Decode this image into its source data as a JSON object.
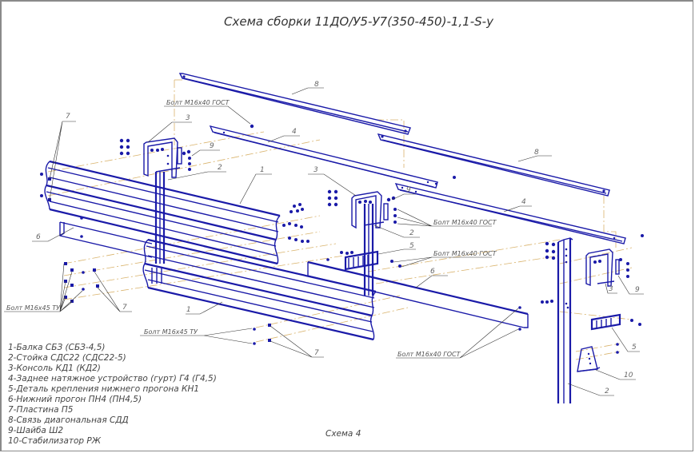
{
  "title": "Схема сборки 11ДО/У5-У7(350-450)-1,1-S-у",
  "caption": "Схема 4",
  "legend": [
    "1-Балка СБЗ (СБЗ-4,5)",
    "2-Стойка СДС22 (СДС22-5)",
    "3-Консоль КД1 (КД2)",
    "4-Заднее натяжное устройство (гурт) Г4 (Г4,5)",
    "5-Деталь крепления нижнего прогона КН1",
    "6-Нижний прогон ПН4 (ПН4,5)",
    "7-Пластина П5",
    "8-Связь диагональная СДД",
    "9-Шайба Ш2",
    "10-Стабилизатор РЖ"
  ],
  "callouts": {
    "bolt_m16x40_gost": "Болт М16х40 ГОСТ",
    "bolt_m16x45_tu": "Болт М16х45 ТУ"
  },
  "part_numbers": {
    "p1": "1",
    "p2": "2",
    "p3": "3",
    "p4": "4",
    "p5": "5",
    "p6": "6",
    "p7": "7",
    "p8": "8",
    "p9": "9",
    "p10": "10"
  },
  "colors": {
    "part_line": "#1a1aa8",
    "axis_line": "#d9b36c",
    "leader_line": "#333333",
    "text": "#444444"
  }
}
